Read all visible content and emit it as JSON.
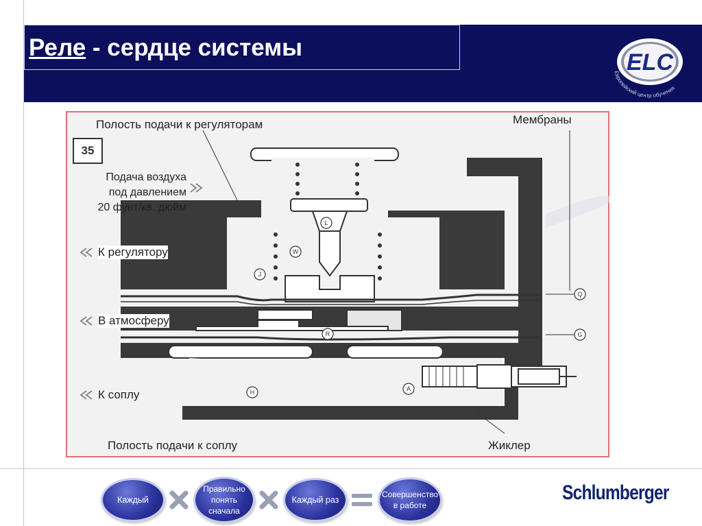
{
  "slide": {
    "title_main": "Реле",
    "title_rest": " - сердце системы",
    "logo_text": "ELC",
    "logo_caption": "Европейский центр обучения",
    "colors": {
      "header": "#0b0f5c",
      "frame_border": "#e07070",
      "pill": "#2a329c",
      "brand": "#12246e"
    }
  },
  "diagram": {
    "figure_number": "35",
    "labels": {
      "supply_cavity_regulators": "Полость подачи к регуляторам",
      "membranes": "Мембраны",
      "air_supply_line1": "Подача воздуха",
      "air_supply_line2": "под давлением",
      "air_supply_line3": "20 фунт/кв. дюйм",
      "to_regulator": "К регулятору",
      "to_atmosphere": "В атмосферу",
      "to_nozzle": "К соплу",
      "supply_cavity_nozzle": "Полость подачи к соплу",
      "jet": "Жиклер"
    },
    "callouts": [
      "L",
      "W",
      "J",
      "Q",
      "G",
      "R",
      "H",
      "A"
    ]
  },
  "footer": {
    "steps": [
      "Каждый",
      "Правильно понять сначала",
      "Каждый раз",
      "Совершенство в работе"
    ],
    "step1": "Каждый",
    "step2_l1": "Правильно",
    "step2_l2": "понять",
    "step2_l3": "сначала",
    "step3": "Каждый раз",
    "step4_l1": "Совершенство",
    "step4_l2": "в работе",
    "brand": "Schlumberger"
  }
}
